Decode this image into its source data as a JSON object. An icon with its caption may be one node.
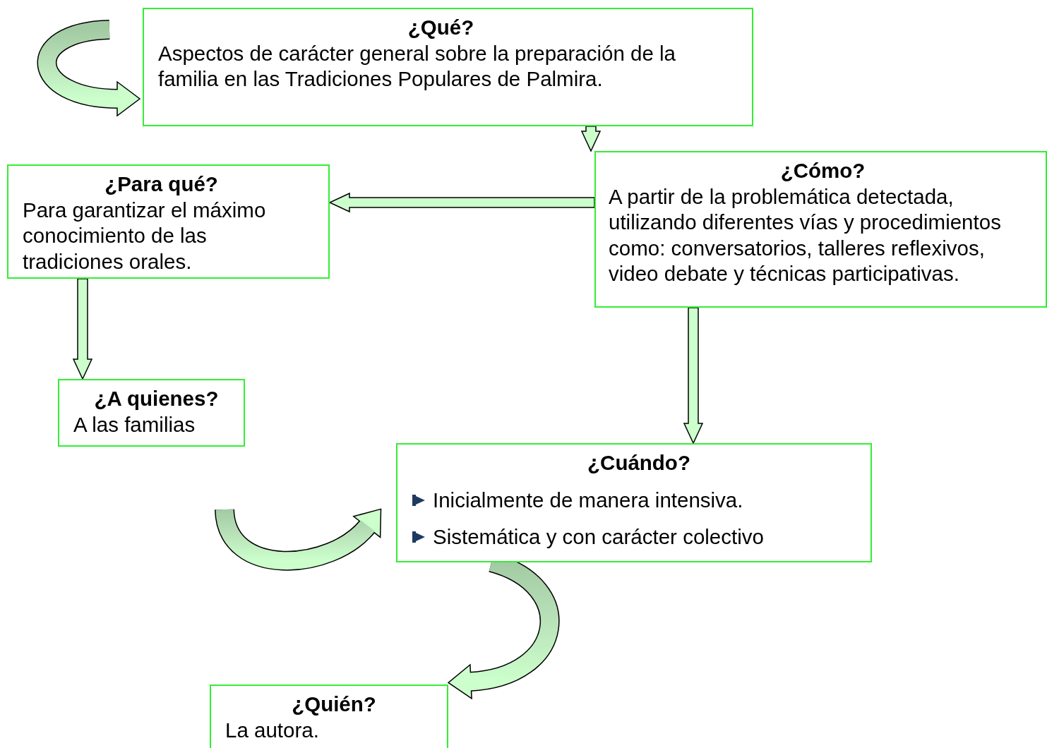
{
  "diagram": {
    "nodes": [
      {
        "text": [
          "¿Qué?",
          "Aspectos de carácter general sobre la preparación de la familia en las Tradiciones Populares de Palmira."
        ]
      },
      {
        "text": [
          "¿Cómo?",
          "A partir de la problemática detectada, utilizando diferentes vías y procedimientos como: conversatorios, talleres reflexivos, video debate y técnicas participativas."
        ]
      },
      {
        "text": [
          "¿Para qué?",
          "Para garantizar el máximo conocimiento de las tradiciones orales."
        ]
      },
      {
        "text": [
          "¿A quienes?",
          "A las familias"
        ]
      },
      {
        "text": [
          "¿Cuándo?",
          "Inicialmente de manera intensiva.",
          "Sistemática y con carácter colectivo"
        ]
      },
      {
        "text": [
          "¿Quién?",
          "La autora."
        ]
      }
    ],
    "edges": [
      {
        "from": 0,
        "to": 1,
        "arrow": "to"
      },
      {
        "from": 1,
        "to": 2,
        "arrow": "to"
      },
      {
        "from": 2,
        "to": 3,
        "arrow": "to"
      },
      {
        "from": 1,
        "to": 4,
        "arrow": "to"
      },
      {
        "from": null,
        "to": 0,
        "arrow": "to"
      },
      {
        "from": null,
        "to": 4,
        "arrow": "to"
      },
      {
        "from": 4,
        "to": 5,
        "arrow": "to"
      }
    ]
  }
}
